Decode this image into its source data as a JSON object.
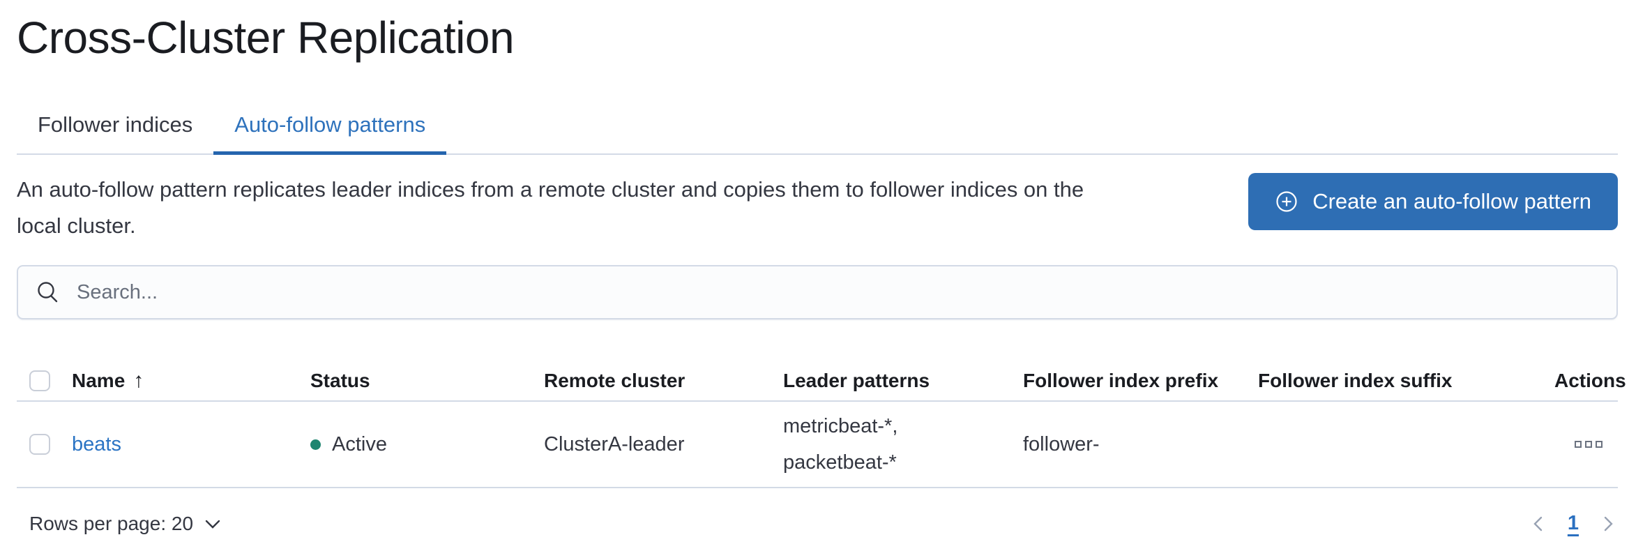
{
  "page": {
    "title": "Cross-Cluster Replication"
  },
  "tabs": [
    {
      "label": "Follower indices",
      "active": false
    },
    {
      "label": "Auto-follow patterns",
      "active": true
    }
  ],
  "description": {
    "line1": "An auto-follow pattern replicates leader indices from a remote cluster and copies them to follower indices on the",
    "line2": "local cluster."
  },
  "toolbar": {
    "create_label": "Create an auto-follow pattern",
    "create_icon": "plus-in-circle-icon"
  },
  "search": {
    "placeholder": "Search...",
    "icon": "magnifier-icon",
    "value": ""
  },
  "table": {
    "columns": {
      "name": "Name",
      "status": "Status",
      "remote_cluster": "Remote cluster",
      "leader_patterns": "Leader patterns",
      "follower_index_prefix": "Follower index prefix",
      "follower_index_suffix": "Follower index suffix",
      "actions": "Actions"
    },
    "sort": {
      "column": "Name",
      "direction": "ascending",
      "icon": "sort-ascending-arrow",
      "glyph": "↑"
    },
    "rows": [
      {
        "name": "beats",
        "status": "Active",
        "remote_cluster": "ClusterA-leader",
        "leader_patterns": [
          "metricbeat-*,",
          "packetbeat-*"
        ],
        "follower_index_prefix": "follower-",
        "follower_index_suffix": "",
        "actions_icon": "ellipsis-boxes-icon"
      }
    ]
  },
  "footer": {
    "rows_per_page_label": "Rows per page: 20",
    "page_number": "1",
    "prev_icon": "chevron-left-icon",
    "next_icon": "chevron-right-icon"
  },
  "colors": {
    "heading_text": "#1a1c21",
    "body_text": "#343741",
    "subdued_text": "#69707d",
    "border": "#d3dae6",
    "tab_active_blue": "#2e72bc",
    "tab_underline_blue": "#2565ae",
    "link_blue": "#2b74c4",
    "button_blue": "#2e6eb4",
    "status_active_green": "#1e8570",
    "pagination_chevron_gray": "#98a2b3"
  }
}
